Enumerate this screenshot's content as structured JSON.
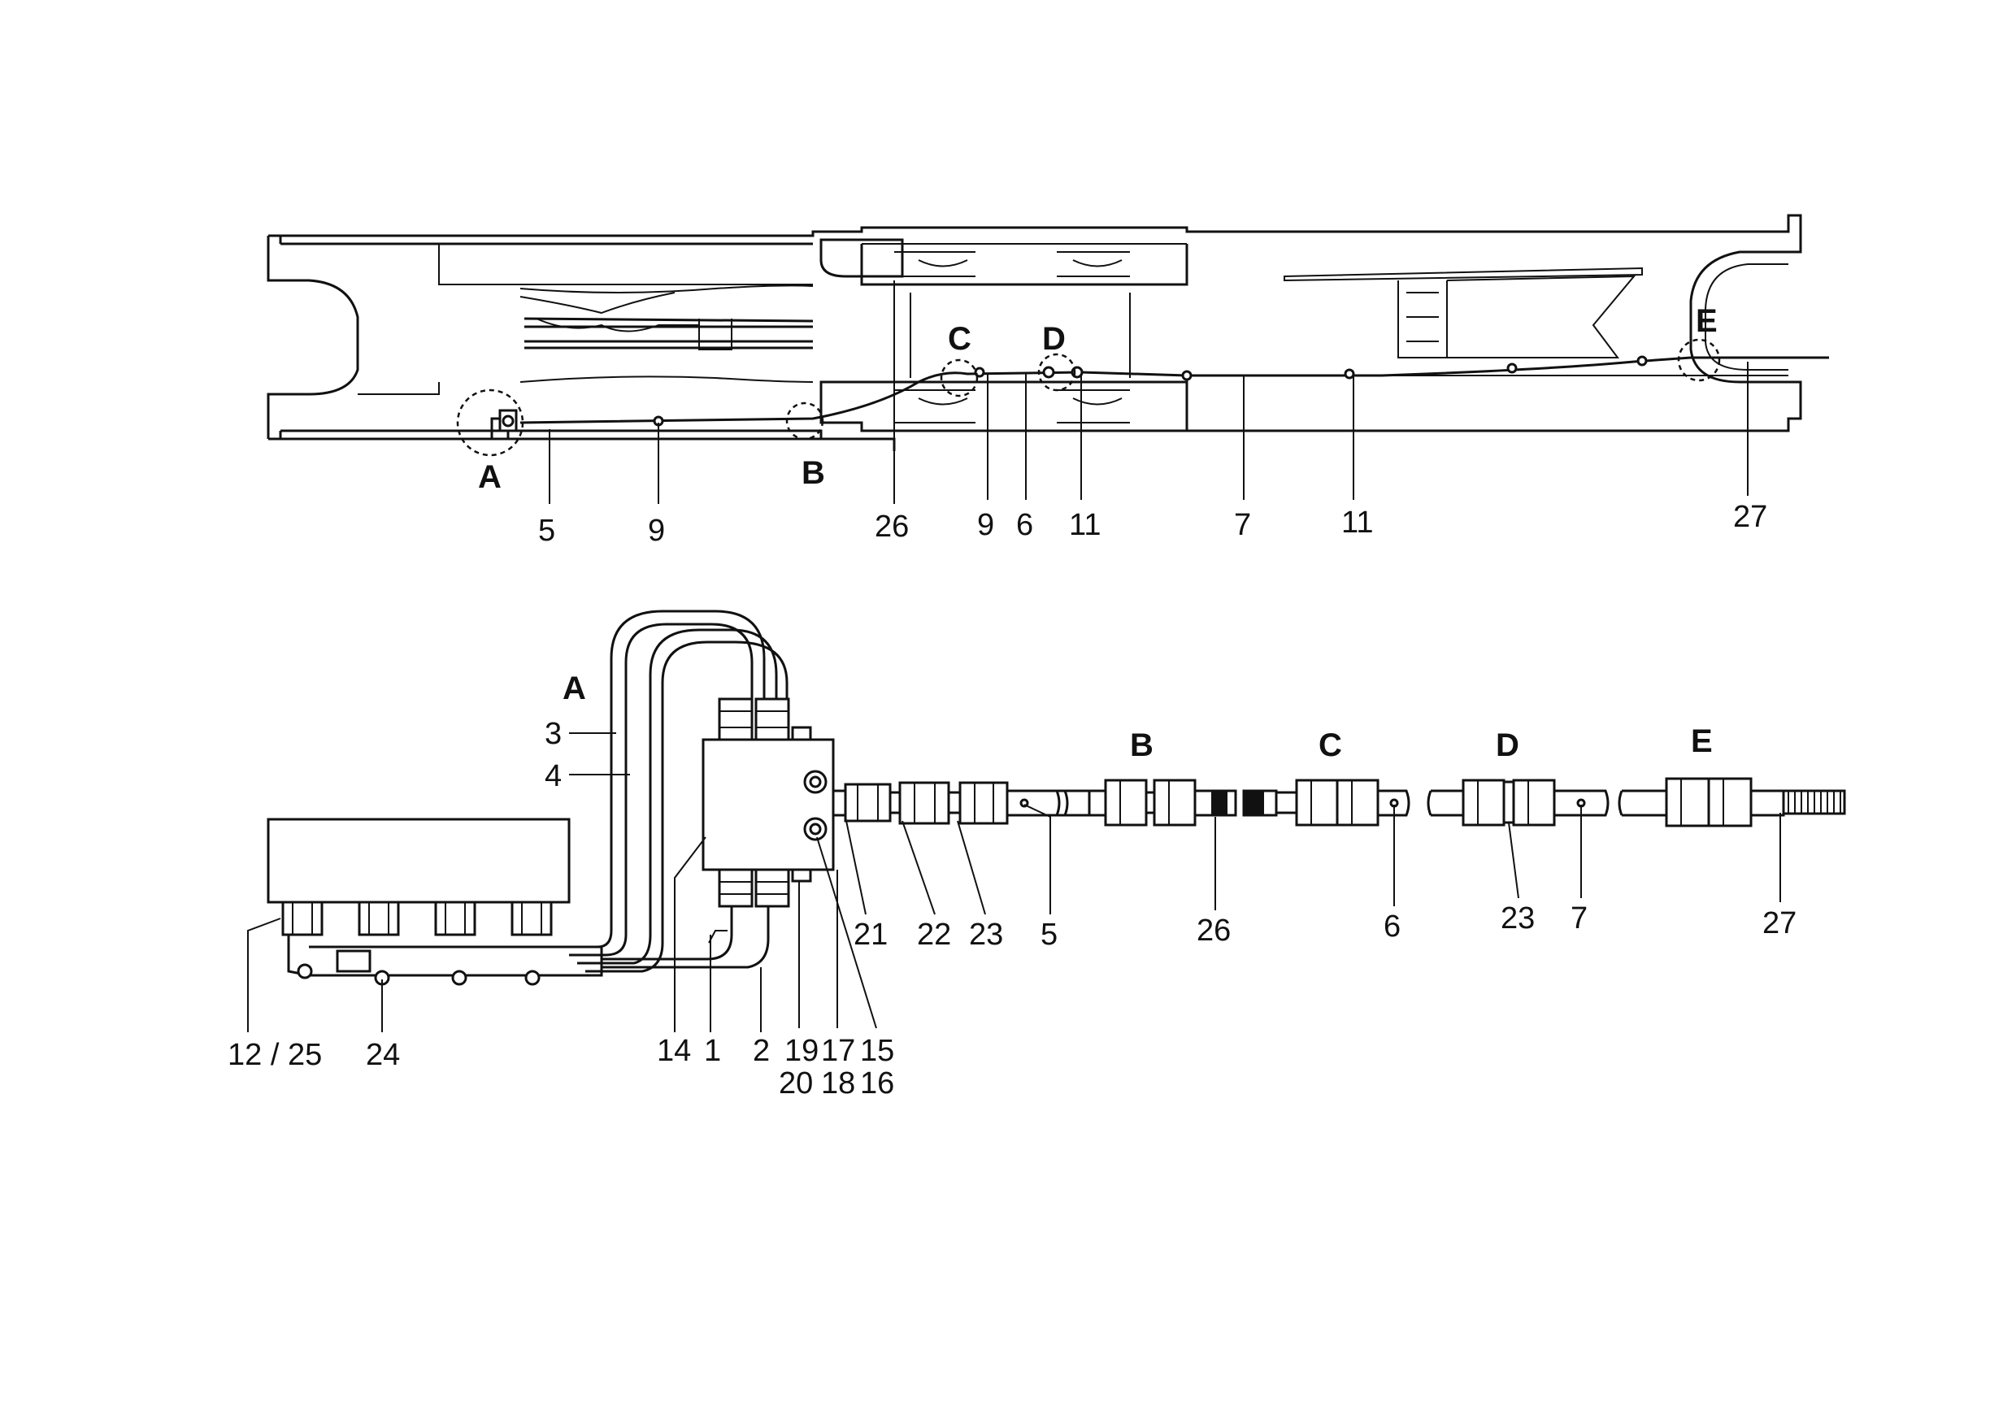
{
  "top_view": {
    "detail_letters": [
      "A",
      "B",
      "C",
      "D",
      "E"
    ],
    "callouts": [
      "5",
      "9",
      "26",
      "9",
      "6",
      "11",
      "7",
      "11",
      "27"
    ]
  },
  "bottom_view": {
    "detail_letters": [
      "A",
      "B",
      "C",
      "D",
      "E"
    ],
    "callouts": {
      "c3": "3",
      "c4": "4",
      "c12_25": "12 / 25",
      "c24": "24",
      "c14": "14",
      "c1": "1",
      "c2": "2",
      "c19": "19",
      "c20": "20",
      "c17": "17",
      "c18": "18",
      "c15": "15",
      "c16": "16",
      "c21": "21",
      "c22": "22",
      "c23a": "23",
      "c5": "5",
      "c26": "26",
      "c6": "6",
      "c23b": "23",
      "c7": "7",
      "c27": "27"
    }
  }
}
